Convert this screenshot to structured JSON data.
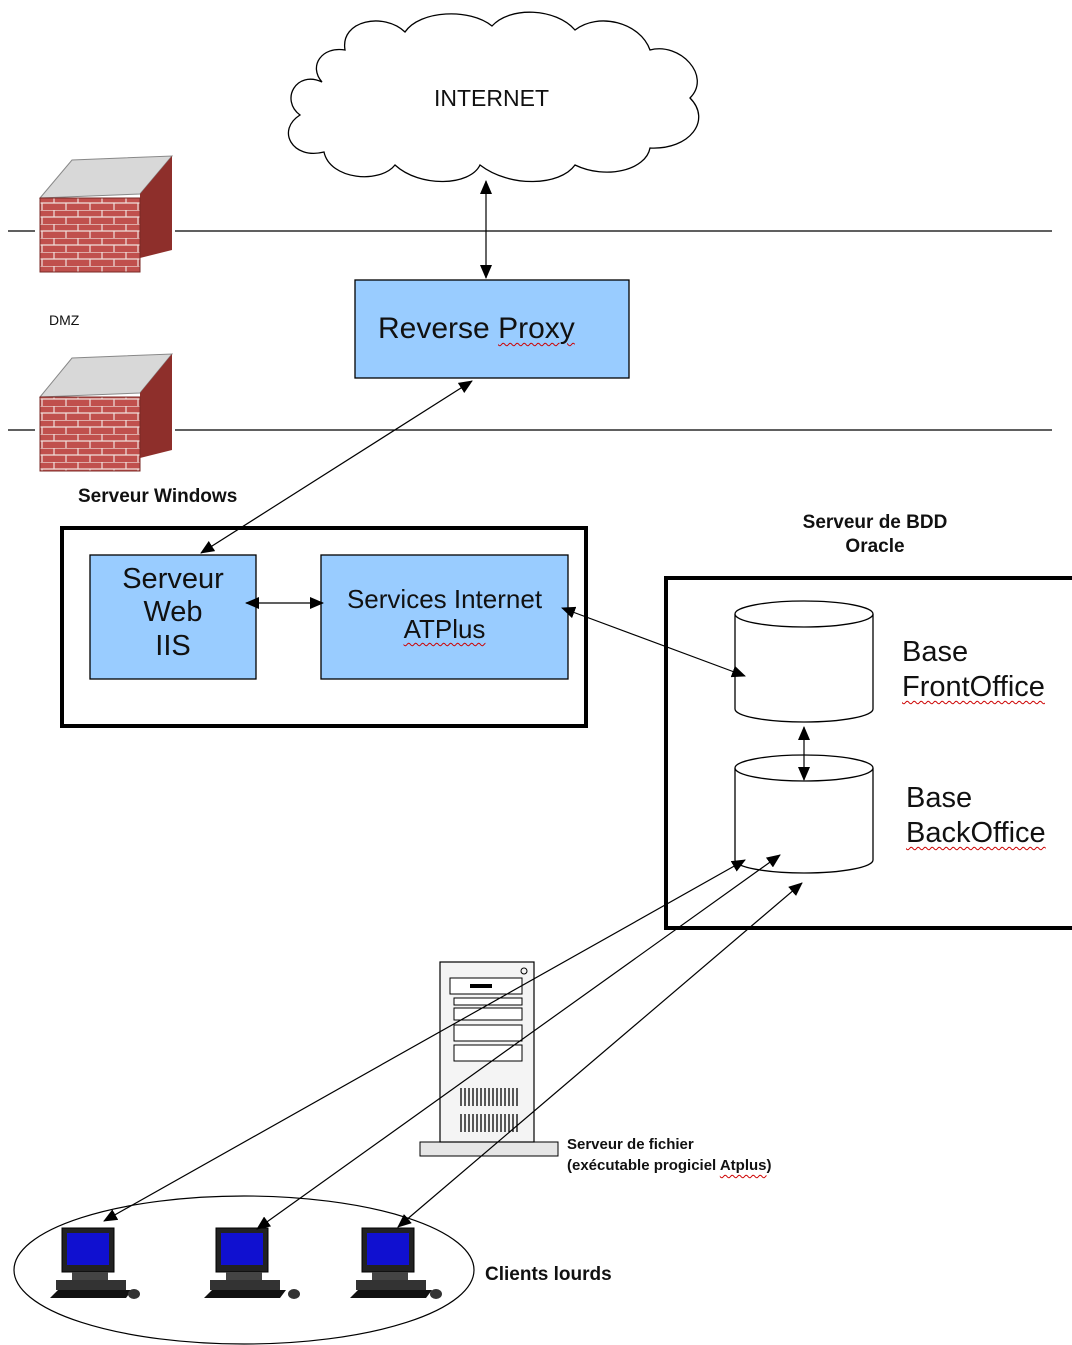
{
  "cloud": {
    "label": "INTERNET"
  },
  "dmz": {
    "label": "DMZ"
  },
  "reverse_proxy": {
    "word1": "Reverse",
    "word2": "Proxy"
  },
  "windows_server": {
    "title": "Serveur Windows",
    "iis": {
      "line1": "Serveur",
      "line2": "Web",
      "line3": "IIS"
    },
    "services": {
      "line1": "Services Internet",
      "line2": "ATPlus"
    }
  },
  "db_server": {
    "title_line1": "Serveur de BDD",
    "title_line2": "Oracle",
    "front": {
      "line1": "Base",
      "line2": "FrontOffice"
    },
    "back": {
      "line1": "Base",
      "line2": "BackOffice"
    }
  },
  "file_server": {
    "line1": "Serveur de fichier",
    "line2_prefix": "(exécutable progiciel ",
    "line2_word": "Atplus",
    "line2_suffix": ")"
  },
  "clients": {
    "label": "Clients lourds"
  },
  "colors": {
    "box_fill": "#99ccff",
    "brick": "#c0504d",
    "monitor_screen": "#1010d0"
  }
}
